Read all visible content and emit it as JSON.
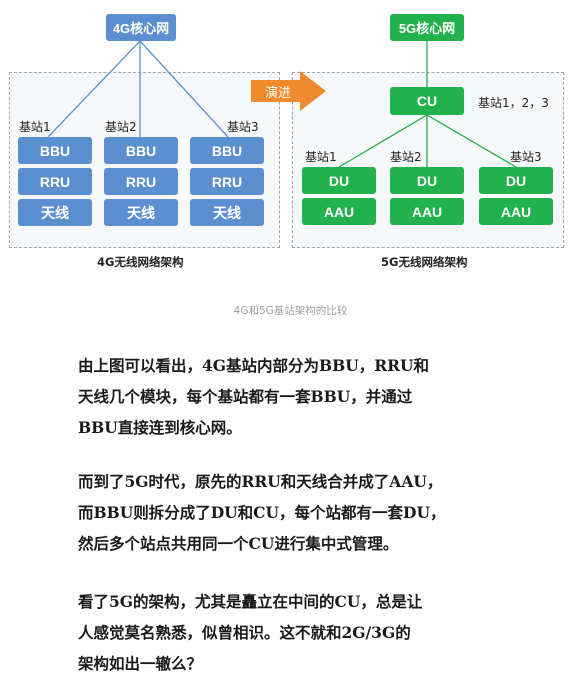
{
  "diagram_4g": {
    "core": "4G核心网",
    "stations": [
      {
        "label": "基站1",
        "units": [
          "BBU",
          "RRU",
          "天线"
        ]
      },
      {
        "label": "基站2",
        "units": [
          "BBU",
          "RRU",
          "天线"
        ]
      },
      {
        "label": "基站3",
        "units": [
          "BBU",
          "RRU",
          "天线"
        ]
      }
    ],
    "caption": "4G无线网络架构"
  },
  "arrow_label": "演进",
  "diagram_5g": {
    "core": "5G核心网",
    "cu": "CU",
    "cu_label": "基站1，2，3",
    "stations": [
      {
        "label": "基站1",
        "units": [
          "DU",
          "AAU"
        ]
      },
      {
        "label": "基站2",
        "units": [
          "DU",
          "AAU"
        ]
      },
      {
        "label": "基站3",
        "units": [
          "DU",
          "AAU"
        ]
      }
    ],
    "caption": "5G无线网络架构"
  },
  "figure_caption": "4G和5G基站架构的比较",
  "colors": {
    "blue": "#5b8fcf",
    "green": "#22b14c",
    "arrow": "#f08a2c"
  },
  "paragraphs": [
    [
      "由上图可以看出，4G基站内部分为BBU，RRU和",
      "天线几个模块，每个基站都有一套BBU，并通过",
      "BBU直接连到核心网。"
    ],
    [
      "而到了5G时代，原先的RRU和天线合并成了AAU，",
      "而BBU则拆分成了DU和CU，每个站都有一套DU，",
      "然后多个站点共用同一个CU进行集中式管理。"
    ],
    [
      "看了5G的架构，尤其是矗立在中间的CU，总是让",
      "人感觉莫名熟悉，似曾相识。这不就和2G/3G的",
      "架构如出一辙么？"
    ]
  ]
}
